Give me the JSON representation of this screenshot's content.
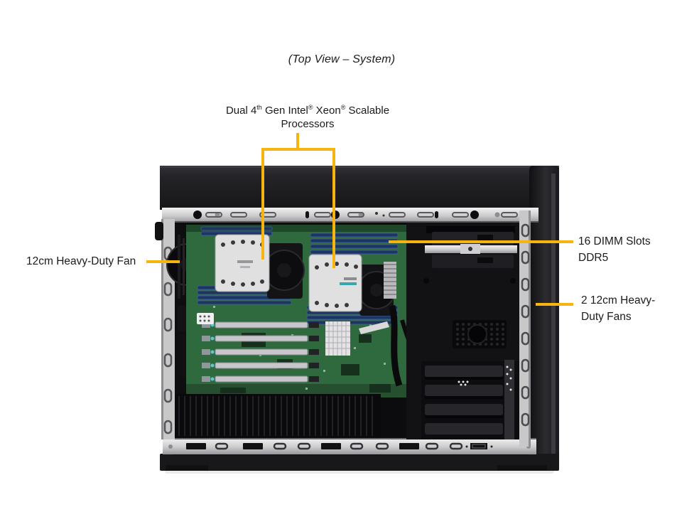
{
  "caption": "(Top View – System)",
  "labels": {
    "processors": {
      "line1": [
        "Dual 4",
        "th",
        " Gen Intel",
        "®",
        " Xeon",
        "®",
        " Scalable"
      ],
      "line2": "Processors"
    },
    "dimm": {
      "line1": "16 DIMM Slots",
      "line2": "DDR5"
    },
    "fans_right": {
      "line1": "2 12cm Heavy-",
      "line2": "Duty Fans"
    },
    "fan_left": "12cm Heavy-Duty Fan"
  },
  "colors": {
    "callout": "#F7B411",
    "text": "#1B1B1B",
    "page_bg": "#FFFFFF",
    "chassis": "#1A1A1C",
    "rail": "#C8C8C8",
    "board": "#2F6A3E",
    "dimm": "#1E3560",
    "heatsink": "#E0E0E0"
  }
}
